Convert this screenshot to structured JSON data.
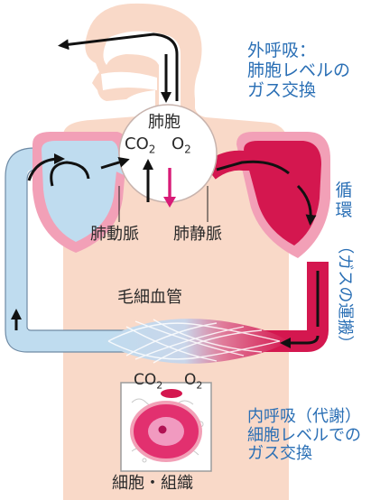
{
  "external_respiration": {
    "line1": "外呼吸：",
    "line2": "肺胞レベルの",
    "line3": "ガス交換"
  },
  "alveolus": {
    "label": "肺胞",
    "co2": "CO",
    "co2_sub": "2",
    "o2": "O",
    "o2_sub": "2"
  },
  "pulmonary_artery": "肺動脈",
  "pulmonary_vein": "肺静脈",
  "circulation": {
    "chars": [
      "循",
      "環"
    ],
    "rotated": "（ガスの運搬）"
  },
  "capillaries": "毛細血管",
  "tissue_gas": {
    "co2": "CO",
    "co2_sub": "2",
    "o2": "O",
    "o2_sub": "2"
  },
  "internal_respiration": {
    "line1": "内呼吸（代謝）",
    "line2": "細胞レベルでの",
    "line3": "ガス交換"
  },
  "cells_tissue": "細胞・組織",
  "colors": {
    "body": "#f9d9c8",
    "venous": "#bfdcef",
    "arterial": "#d4174f",
    "heart_pink": "#f2a0b7",
    "label_blue": "#2a6fb5",
    "o2_arrow": "#d81b77"
  }
}
